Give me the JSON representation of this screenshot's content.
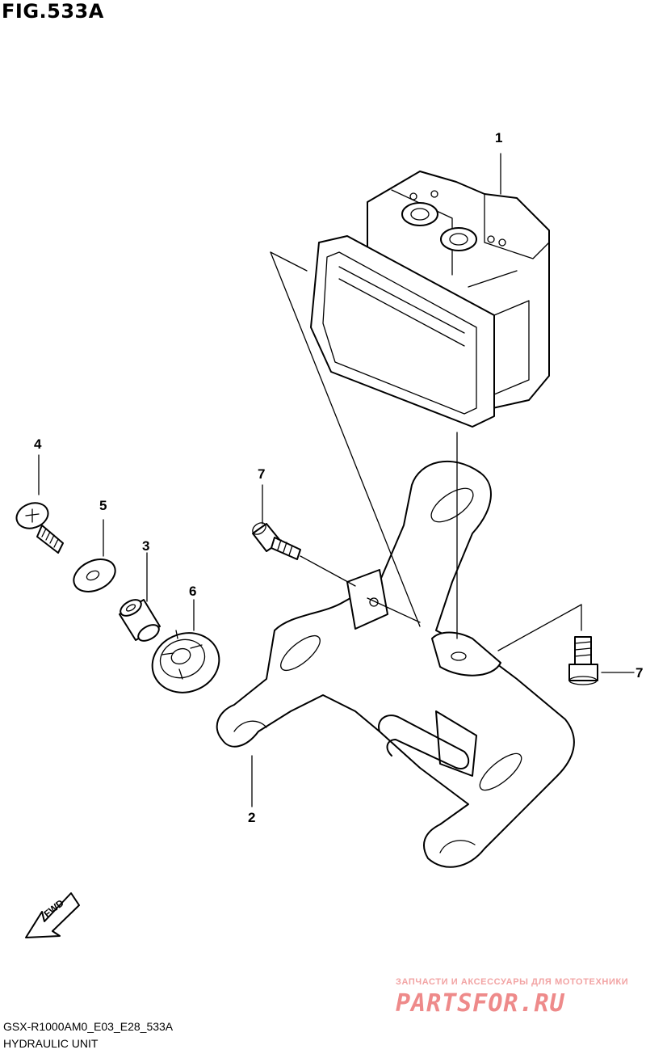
{
  "figure": {
    "title": "FIG.533A",
    "model_code": "GSX-R1000AM0_E03_E28_533A",
    "caption": "HYDRAULIC UNIT",
    "direction_label": "FWD"
  },
  "callouts": [
    {
      "id": "1",
      "label": "1"
    },
    {
      "id": "2",
      "label": "2"
    },
    {
      "id": "3",
      "label": "3"
    },
    {
      "id": "4",
      "label": "4"
    },
    {
      "id": "5",
      "label": "5"
    },
    {
      "id": "6",
      "label": "6"
    },
    {
      "id": "7a",
      "label": "7"
    },
    {
      "id": "7b",
      "label": "7"
    }
  ],
  "watermark": {
    "tagline": "ЗАПЧАСТИ И АКСЕССУАРЫ ДЛЯ МОТОТЕХНИКИ",
    "brand": "PARTSFOR.RU"
  },
  "colors": {
    "line": "#000000",
    "background": "#ffffff",
    "watermark": "#ee8a8a"
  }
}
